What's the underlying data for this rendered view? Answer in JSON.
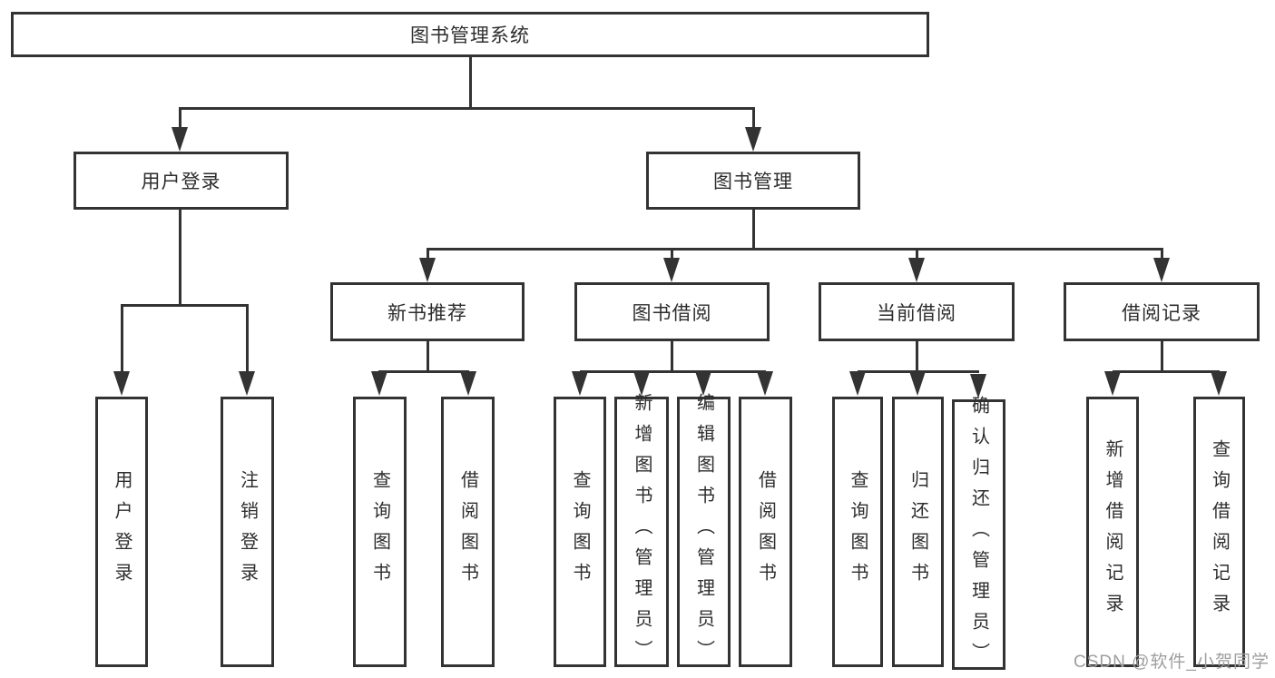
{
  "title_label": "图书管理系统",
  "level2": {
    "left": "用户登录",
    "right": "图书管理"
  },
  "level3": [
    "新书推荐",
    "图书借阅",
    "当前借阅",
    "借阅记录"
  ],
  "leaves": {
    "login": [
      "用户登录",
      "注销登录"
    ],
    "recommend": [
      "查询图书",
      "借阅图书"
    ],
    "borrow": [
      "查询图书",
      "新增图书（管理员）",
      "编辑图书（管理员）",
      "借阅图书"
    ],
    "current": [
      "查询图书",
      "归还图书",
      "确认归还（管理员）"
    ],
    "records": [
      "新增借阅记录",
      "查询借阅记录"
    ]
  },
  "watermark": "CSDN @软件_小贺同学",
  "colors": {
    "line": "#333333",
    "text": "#2d2d2d",
    "watermark": "#9e9e9e",
    "background": "#ffffff"
  }
}
